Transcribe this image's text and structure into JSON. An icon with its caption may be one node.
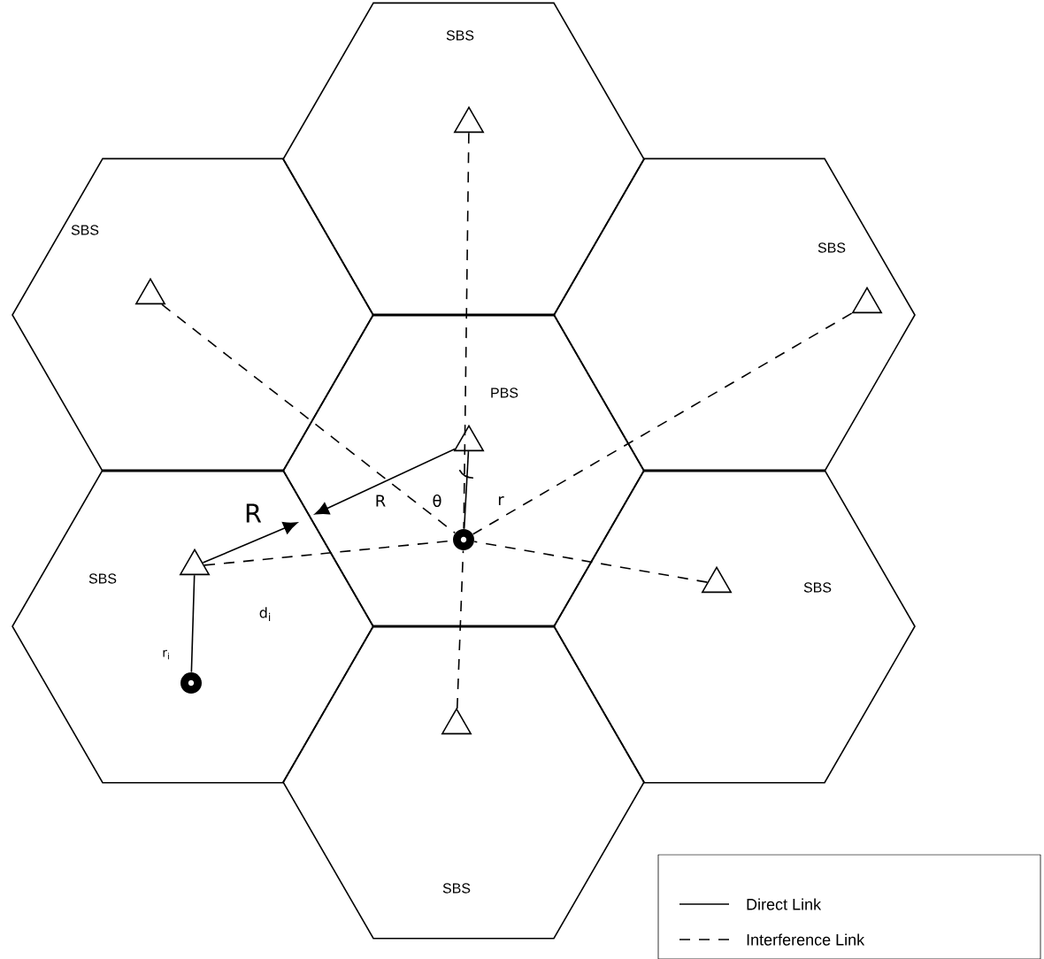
{
  "diagram": {
    "nodes": [
      {
        "text": [
          "SBS"
        ]
      },
      {
        "text": [],
        "shape": "triangle",
        "in": 0
      },
      {
        "text": [
          "SBS"
        ]
      },
      {
        "text": [],
        "shape": "triangle",
        "in": 2
      },
      {
        "text": [
          "SBS"
        ]
      },
      {
        "text": [],
        "shape": "triangle",
        "in": 4
      },
      {
        "text": [
          "PBS"
        ]
      },
      {
        "text": [],
        "shape": "triangle",
        "in": 6
      },
      {
        "text": [],
        "shape": "circle",
        "in": 6
      },
      {
        "text": [
          "SBS"
        ]
      },
      {
        "text": [],
        "shape": "triangle",
        "in": 9
      },
      {
        "text": [],
        "shape": "circle",
        "in": 9
      },
      {
        "text": [
          "SBS"
        ]
      },
      {
        "text": [],
        "shape": "triangle",
        "in": 12
      },
      {
        "text": [
          "SBS"
        ]
      },
      {
        "text": [],
        "shape": "triangle",
        "in": 14
      }
    ],
    "edges": [
      {
        "from": 1,
        "to": 8,
        "arrow": "none",
        "style": "dashed"
      },
      {
        "from": 3,
        "to": 8,
        "arrow": "none",
        "style": "dashed"
      },
      {
        "from": 5,
        "to": 8,
        "arrow": "none",
        "style": "dashed"
      },
      {
        "from": 7,
        "to": 8,
        "arrow": "none"
      },
      {
        "from": 10,
        "to": 8,
        "arrow": "none",
        "style": "dashed",
        "label": "d$_{i}$"
      },
      {
        "from": 10,
        "to": 11,
        "arrow": "none"
      },
      {
        "from": 13,
        "to": 8,
        "arrow": "none",
        "style": "dashed"
      },
      {
        "from": 15,
        "to": 8,
        "arrow": "none",
        "style": "dashed"
      },
      {
        "from": 10,
        "to": 6,
        "arrow": "to",
        "label": "R"
      },
      {
        "from": 7,
        "to": null,
        "arrow": "to",
        "label": "R"
      }
    ],
    "labels": [
      "θ",
      "r",
      "r$_{i}$"
    ],
    "legend": [
      {
        "text": "Direct Link"
      },
      {
        "text": "Interference Link"
      }
    ]
  }
}
